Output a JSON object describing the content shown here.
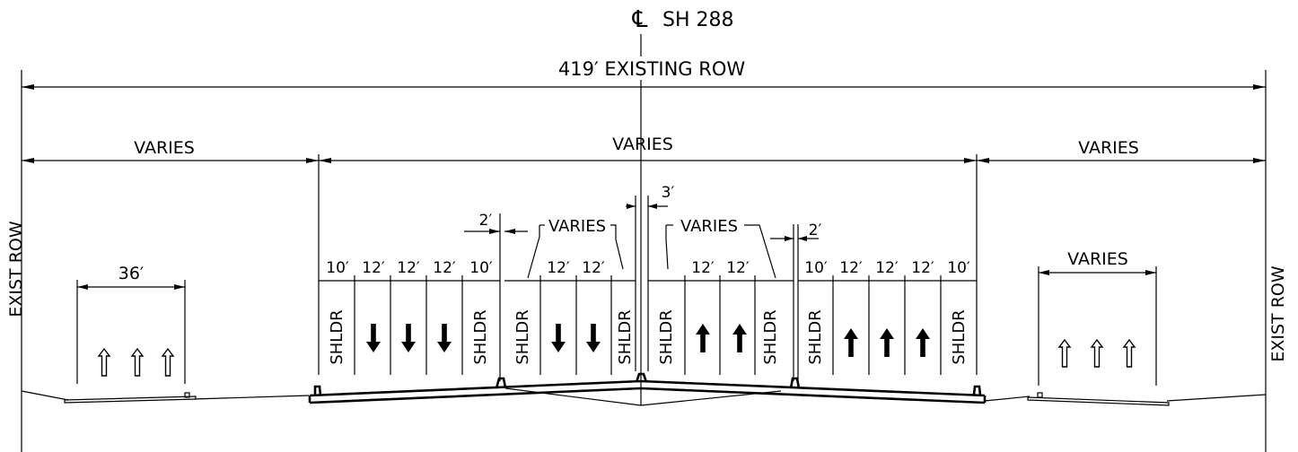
{
  "centerline": {
    "symbol": "℄",
    "label": "SH 288"
  },
  "row_total": "419′ EXISTING ROW",
  "exist_row_left": "EXIST ROW",
  "exist_row_right": "EXIST ROW",
  "top_dims": {
    "left": "VARIES",
    "middle": "VARIES",
    "right": "VARIES"
  },
  "median": {
    "barrier": "3′"
  },
  "buffers": {
    "left": "2′",
    "right": "2′"
  },
  "inner_varies": {
    "left": "VARIES",
    "right": "VARIES"
  },
  "frontage_left": {
    "width": "36′",
    "direction": "up",
    "arrow_count": 3
  },
  "frontage_right": {
    "width": "VARIES",
    "direction": "up",
    "arrow_count": 3
  },
  "main_sb_lanes": [
    "10′",
    "12′",
    "12′",
    "12′",
    "10′"
  ],
  "inner_sb_lanes": [
    "12′",
    "12′"
  ],
  "inner_nb_lanes": [
    "12′",
    "12′"
  ],
  "main_nb_lanes": [
    "10′",
    "12′",
    "12′",
    "12′",
    "10′"
  ],
  "shoulder_label": "SHLDR",
  "lane_directions": {
    "main_sb": "down",
    "inner_sb": "down",
    "inner_nb": "up",
    "main_nb": "up"
  }
}
